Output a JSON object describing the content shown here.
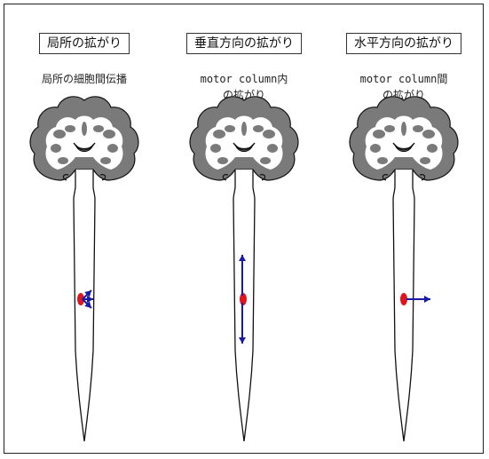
{
  "panels": [
    {
      "title": "局所の拡がり",
      "subtitle_lines": [
        "局所の細胞間伝播",
        ""
      ],
      "arrow_mode": "local"
    },
    {
      "title": "垂直方向の拡がり",
      "subtitle_lines": [
        "motor column内",
        "の拡がり"
      ],
      "arrow_mode": "vertical"
    },
    {
      "title": "水平方向の拡がり",
      "subtitle_lines": [
        "motor column間",
        "の拡がり"
      ],
      "arrow_mode": "horizontal"
    }
  ],
  "colors": {
    "lesion": "#e0141e",
    "arrow": "#1a1aa8",
    "gray_matter": "#7a7a7a",
    "outline": "#111111"
  }
}
